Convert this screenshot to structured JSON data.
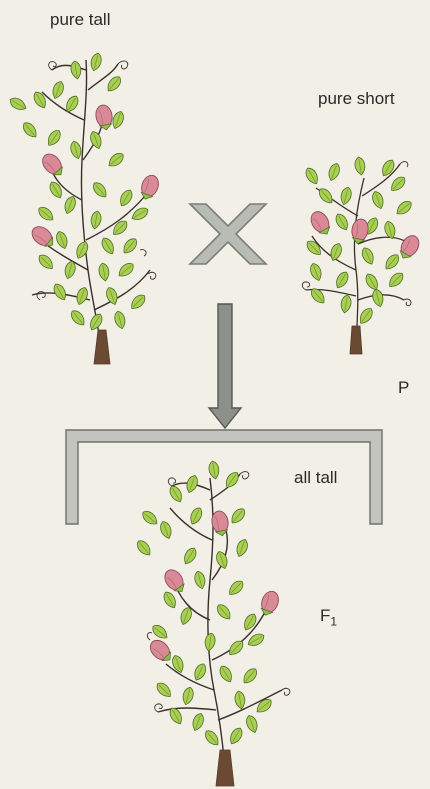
{
  "labels": {
    "parent_left": "pure tall",
    "parent_right": "pure short",
    "parent_generation": "P",
    "offspring_description": "all tall",
    "offspring_generation_letter": "F",
    "offspring_generation_subscript": "1"
  },
  "symbols": {
    "cross": "cross-symbol",
    "arrow": "down-arrow",
    "bracket": "offspring-bracket"
  },
  "colors": {
    "background": "#f1efe6",
    "leaf": "#a9cf52",
    "leaf_light": "#d6e88a",
    "flower": "#d98a96",
    "stem": "#3a2f28",
    "cross": "#b9bbb5",
    "arrow": "#8d8f8a"
  }
}
